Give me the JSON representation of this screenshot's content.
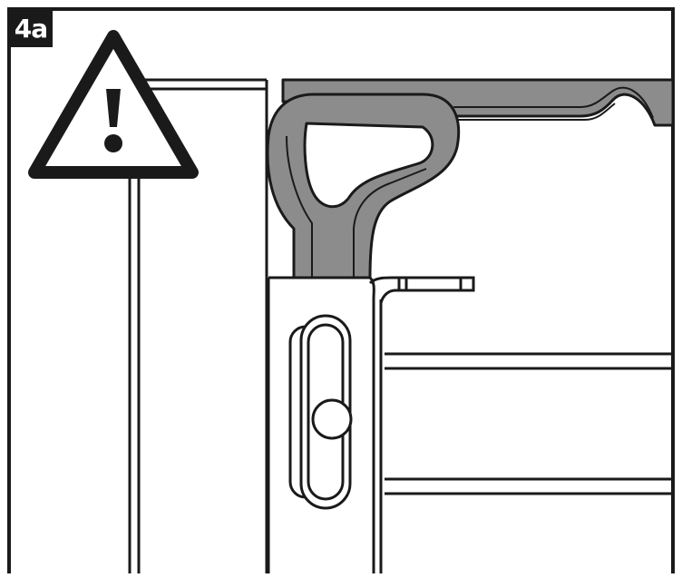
{
  "step_label": "4a",
  "colors": {
    "ink": "#1a1a1a",
    "gray_part": "#8c8c8c",
    "background": "#ffffff"
  },
  "icons": [
    "warning-triangle-icon"
  ],
  "parts": [
    "frame",
    "side-panel",
    "bracket-post",
    "latch-bracket",
    "slot-knob",
    "shelf-rail"
  ]
}
